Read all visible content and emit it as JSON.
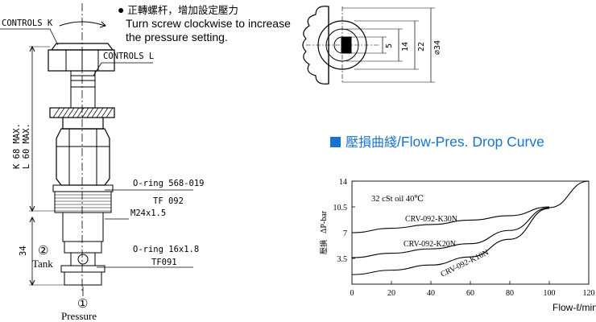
{
  "note": {
    "bullet": "●",
    "line_cn": "正轉螺杆，增加設定壓力",
    "line1": "Turn screw clockwise to increase",
    "line2": "the pressure setting."
  },
  "labels": {
    "controls_k": "CONTROLS K",
    "controls_l": "CONTROLS L",
    "k_max": "K 68 MAX.",
    "l_max": "L 60 MAX.",
    "dim_34": "34",
    "oring1_a": "O-ring 568-019",
    "oring1_b": "TF 092",
    "thread": "M24x1.5",
    "oring2_a": "O-ring 16x1.8",
    "oring2_b": "TF091",
    "port2_num": "②",
    "port2_name": "Tank",
    "port1_num": "①",
    "port1_name": "Pressure"
  },
  "end_view": {
    "dims": [
      "5",
      "14",
      "22",
      "⌀34"
    ]
  },
  "section_title": {
    "cn": "壓損曲綫",
    "en": "/Flow-Pres. Drop Curve",
    "color": "#1a73c8"
  },
  "chart_data": {
    "type": "line",
    "title": "",
    "annotation": "32 cSt oil 40℃",
    "xlabel": "Flow-ℓ/min",
    "ylabel_cn": "壓損",
    "ylabel": "ΔP-bar",
    "xlim": [
      0,
      120
    ],
    "ylim": [
      0,
      14
    ],
    "xticks": [
      0,
      20,
      40,
      60,
      80,
      100,
      120
    ],
    "yticks": [
      3.5,
      7,
      10.5,
      14
    ],
    "grid": false,
    "series": [
      {
        "name": "CRV-092-K30N",
        "x": [
          0,
          20,
          40,
          60,
          80,
          100
        ],
        "y": [
          7.0,
          7.6,
          8.1,
          8.7,
          9.3,
          10.5
        ]
      },
      {
        "name": "CRV-092-K20N",
        "x": [
          0,
          20,
          40,
          60,
          80,
          100,
          120
        ],
        "y": [
          3.6,
          4.2,
          4.8,
          5.5,
          7.3,
          10.4,
          14.0
        ]
      },
      {
        "name": "CRV-092-K10N",
        "x": [
          0,
          20,
          40,
          60,
          80,
          100
        ],
        "y": [
          1.3,
          1.9,
          2.6,
          3.7,
          6.1,
          10.3
        ]
      }
    ]
  }
}
